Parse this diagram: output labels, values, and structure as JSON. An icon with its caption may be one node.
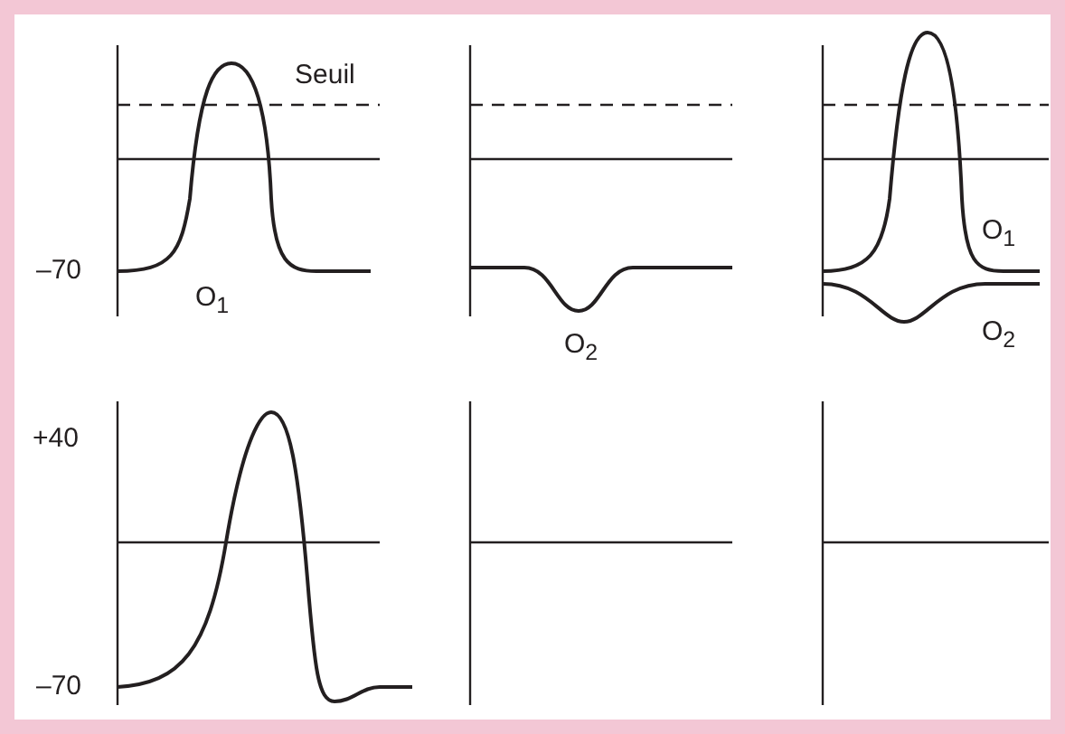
{
  "diagram": {
    "labels": [
      "Seuil",
      "–70",
      "O$_{1}$",
      "O$_{2}$",
      "O$_{1}$",
      "O$_{2}$",
      "+40",
      "–70"
    ]
  }
}
